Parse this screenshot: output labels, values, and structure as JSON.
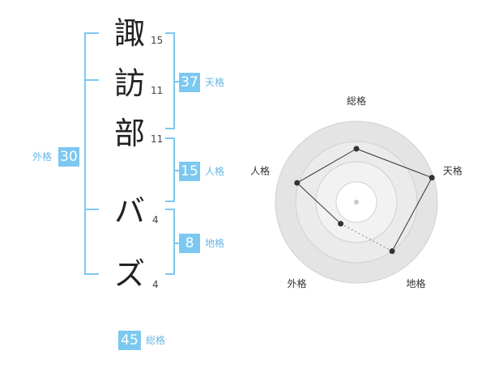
{
  "name_chars": [
    {
      "char": "諏",
      "strokes": "15"
    },
    {
      "char": "訪",
      "strokes": "11"
    },
    {
      "char": "部",
      "strokes": "11"
    },
    {
      "char": "バ",
      "strokes": "4"
    },
    {
      "char": "ズ",
      "strokes": "4"
    }
  ],
  "fortunes": {
    "tenkaku": {
      "value": "37",
      "label": "天格"
    },
    "jinkaku": {
      "value": "15",
      "label": "人格"
    },
    "chikaku": {
      "value": "8",
      "label": "地格"
    },
    "gaikaku": {
      "value": "30",
      "label": "外格"
    },
    "soukaku": {
      "value": "45",
      "label": "総格"
    }
  },
  "colors": {
    "accent": "#7cc8f0",
    "accent_text": "#66b8e6"
  },
  "chart_data": {
    "type": "radar",
    "axes": [
      "総格",
      "天格",
      "地格",
      "外格",
      "人格"
    ],
    "values": [
      0.66,
      0.98,
      0.75,
      0.33,
      0.77
    ],
    "gap_after_axis": "地格",
    "rings": 4,
    "title": ""
  }
}
